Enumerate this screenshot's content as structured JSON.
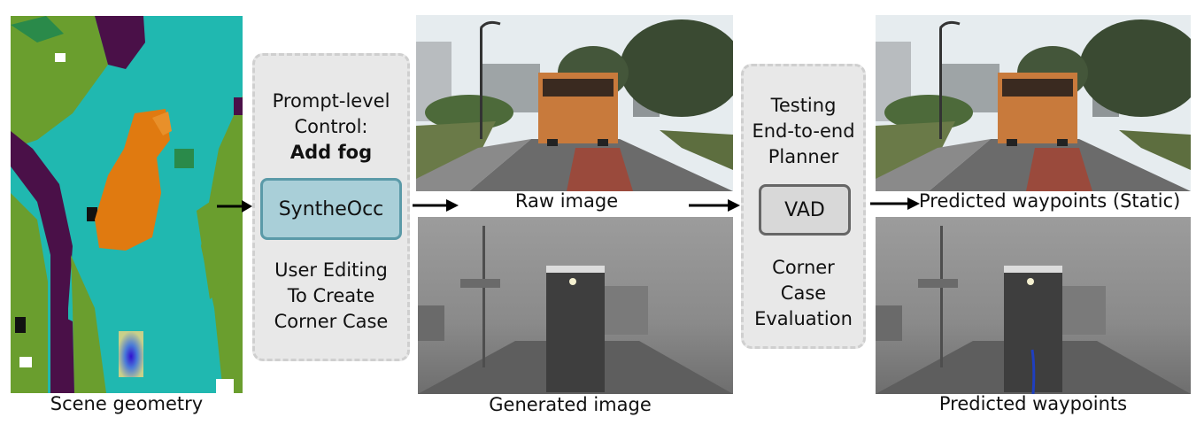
{
  "captions": {
    "scene_geometry": "Scene geometry",
    "raw_image": "Raw image",
    "generated_image": "Generated image",
    "predicted_static": "Predicted waypoints (Static)",
    "predicted": "Predicted waypoints"
  },
  "control_panel": {
    "line1": "Prompt-level",
    "line2": "Control:",
    "line3": "Add fog",
    "model": "SyntheOcc",
    "bottom1": "User Editing",
    "bottom2": "To Create",
    "bottom3": "Corner Case"
  },
  "eval_panel": {
    "line1": "Testing",
    "line2": "End-to-end",
    "line3": "Planner",
    "model": "VAD",
    "bottom1": "Corner",
    "bottom2": "Case",
    "bottom3": "Evaluation"
  },
  "colors": {
    "occ_cyan": "#20b8b0",
    "occ_green": "#6a9e2e",
    "occ_purple": "#4a1048",
    "occ_orange": "#e07a10",
    "syntheocc_box": "#a9cfd8",
    "syntheocc_border": "#5b9aa8",
    "vad_box": "#d8d8d8",
    "vad_border": "#666666",
    "waypoint": "#1f3fbf"
  }
}
